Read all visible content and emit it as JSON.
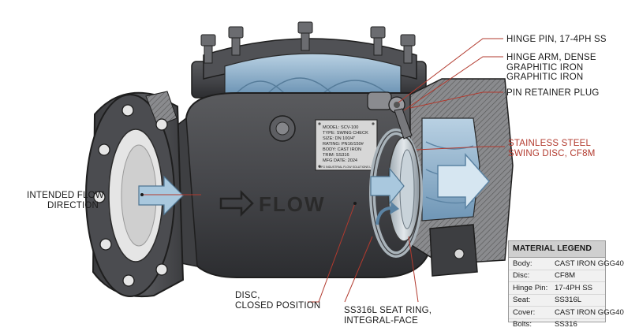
{
  "callouts": {
    "hinge_pin": "HINGE PIN, 17-4PH SS",
    "hinge_arm_1": "HINGE ARM, DENSE",
    "hinge_arm_2": "GRAPHITIC IRON",
    "hinge_arm_3": "GRAPHITIC IRON",
    "pin_plug": "PIN RETAINER PLUG",
    "disc_1": "STAINLESS STEEL",
    "disc_2": "SWING DISC, CF8M",
    "flow_1": "INTENDED FLOW",
    "flow_2": "DIRECTION",
    "closed_1": "DISC,",
    "closed_2": "CLOSED POSITION",
    "seat_1": "SS316L SEAT RING,",
    "seat_2": "INTEGRAL-FACE"
  },
  "body_marking": "FLOW",
  "nameplate": {
    "line1": "MODEL:   SCV-100",
    "line2": "TYPE:     SWING CHECK",
    "line3": "SIZE:       DN 100/4\"",
    "line4": "RATING:   PN16/150#",
    "line5": "BODY:     CAST IRON",
    "line6": "TRIM:        SS316",
    "line7": "MFG DATE:   2024",
    "line8": "MFG INDUSTRIAL FLOW SOLUTIONS LTD"
  },
  "legend": {
    "title": "MATERIAL LEGEND",
    "rows": [
      {
        "key": "Body:",
        "value": "CAST IRON GGG40"
      },
      {
        "key": "Disc:",
        "value": "CF8M"
      },
      {
        "key": "Hinge Pin:",
        "value": "17-4PH SS"
      },
      {
        "key": "Seat:",
        "value": "SS316L"
      },
      {
        "key": "Cover:",
        "value": "CAST IRON GGG40"
      },
      {
        "key": "Bolts:",
        "value": "SS316"
      }
    ]
  },
  "colors": {
    "body": "#4a4b4d",
    "body_dark": "#2f3033",
    "cutaway_blue": "#8fb4cf",
    "callout_red": "#b23a2e",
    "leader_red": "#b23a2e"
  }
}
